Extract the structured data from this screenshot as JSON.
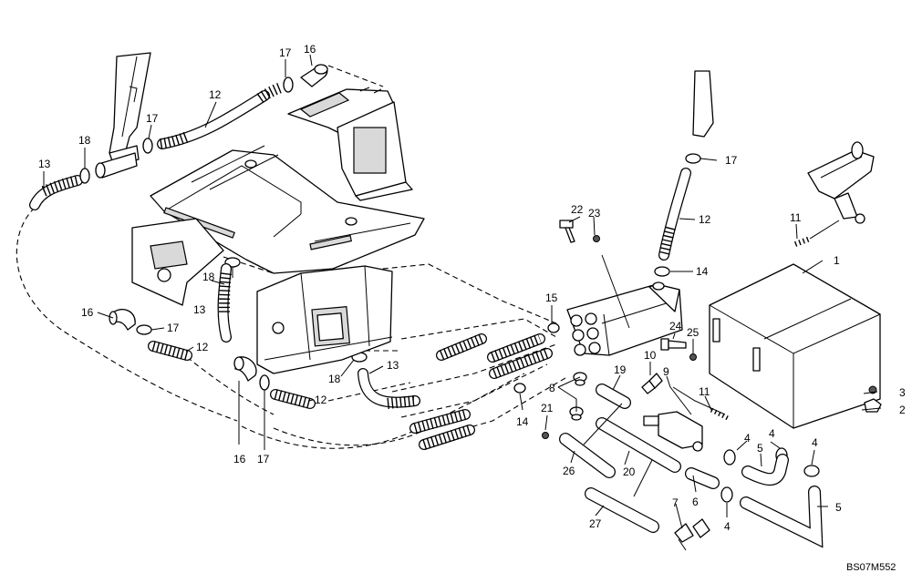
{
  "diagram": {
    "code": "BS07M552",
    "callouts": [
      {
        "id": "c1",
        "label": "1"
      },
      {
        "id": "c2",
        "label": "2"
      },
      {
        "id": "c3",
        "label": "3"
      },
      {
        "id": "c4a",
        "label": "4"
      },
      {
        "id": "c4b",
        "label": "4"
      },
      {
        "id": "c4c",
        "label": "4"
      },
      {
        "id": "c4d",
        "label": "4"
      },
      {
        "id": "c5a",
        "label": "5"
      },
      {
        "id": "c5b",
        "label": "5"
      },
      {
        "id": "c6",
        "label": "6"
      },
      {
        "id": "c7",
        "label": "7"
      },
      {
        "id": "c8",
        "label": "8"
      },
      {
        "id": "c9",
        "label": "9"
      },
      {
        "id": "c10",
        "label": "10"
      },
      {
        "id": "c11a",
        "label": "11"
      },
      {
        "id": "c11b",
        "label": "11"
      },
      {
        "id": "c12a",
        "label": "12"
      },
      {
        "id": "c12b",
        "label": "12"
      },
      {
        "id": "c12c",
        "label": "12"
      },
      {
        "id": "c12d",
        "label": "12"
      },
      {
        "id": "c13a",
        "label": "13"
      },
      {
        "id": "c13b",
        "label": "13"
      },
      {
        "id": "c13c",
        "label": "13"
      },
      {
        "id": "c14a",
        "label": "14"
      },
      {
        "id": "c14b",
        "label": "14"
      },
      {
        "id": "c15",
        "label": "15"
      },
      {
        "id": "c16a",
        "label": "16"
      },
      {
        "id": "c16b",
        "label": "16"
      },
      {
        "id": "c16c",
        "label": "16"
      },
      {
        "id": "c17a",
        "label": "17"
      },
      {
        "id": "c17b",
        "label": "17"
      },
      {
        "id": "c17c",
        "label": "17"
      },
      {
        "id": "c17d",
        "label": "17"
      },
      {
        "id": "c17e",
        "label": "17"
      },
      {
        "id": "c18a",
        "label": "18"
      },
      {
        "id": "c18b",
        "label": "18"
      },
      {
        "id": "c18c",
        "label": "18"
      },
      {
        "id": "c19",
        "label": "19"
      },
      {
        "id": "c20",
        "label": "20"
      },
      {
        "id": "c21",
        "label": "21"
      },
      {
        "id": "c22",
        "label": "22"
      },
      {
        "id": "c23",
        "label": "23"
      },
      {
        "id": "c24",
        "label": "24"
      },
      {
        "id": "c25",
        "label": "25"
      },
      {
        "id": "c26",
        "label": "26"
      },
      {
        "id": "c27",
        "label": "27"
      }
    ]
  }
}
